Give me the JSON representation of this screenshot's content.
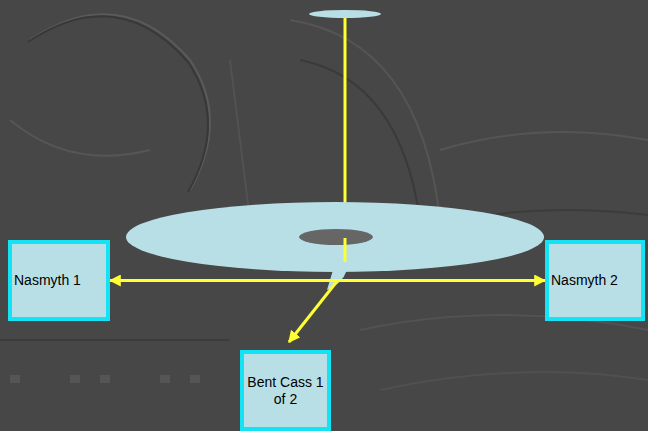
{
  "diagram": {
    "nodes": [
      {
        "text": [
          "Nasmyth 1"
        ]
      },
      {
        "text": [
          "Nasmyth 2"
        ]
      },
      {
        "text": [
          "Bent Cass 1 of 2"
        ]
      }
    ],
    "edges": [
      {
        "from": 0,
        "to": 1,
        "arrow": "both"
      }
    ]
  }
}
